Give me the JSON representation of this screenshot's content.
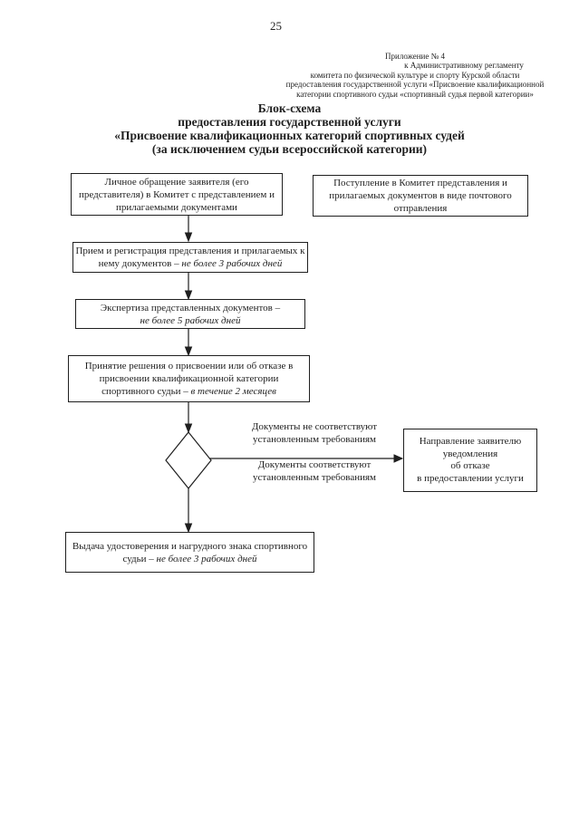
{
  "page_number": "25",
  "annex": {
    "lines": [
      "Приложение № 4",
      "к Административному регламенту",
      "комитета по физической культуре и спорту Курской области",
      "предоставления государственной услуги «Присвоение квалификационной",
      "категории спортивного судьи «спортивный судья первой категории»"
    ]
  },
  "title": {
    "lines": [
      "Блок-схема",
      "предоставления государственной услуги",
      "«Присвоение квалификационных категорий спортивных судей",
      "(за исключением судьи всероссийской категории)"
    ]
  },
  "flowchart": {
    "personal_application": "Личное обращение заявителя (его представителя) в Комитет с представлением и прилагаемыми документами",
    "mail_receipt": "Поступление в Комитет представления и прилагаемых документов в виде почтового отправления",
    "registration": {
      "text": "Прием и регистрация представления и прилагаемых к нему документов – ",
      "term": "не более 3 рабочих дней"
    },
    "expertise": {
      "text": "Экспертиза представленных документов –",
      "term": "не более 5 рабочих дней"
    },
    "decision": {
      "text": "Принятие решения о присвоении или об отказе в присвоении квалификационной категории спортивного судьи – ",
      "term": "в течение 2 месяцев"
    },
    "branch_not_conforming": "Документы не соответствуют установленным требованиям",
    "branch_conforming": "Документы соответствуют установленным требованиям",
    "refusal_lines": [
      "Направление заявителю",
      "уведомления",
      "об отказе",
      "в предоставлении услуги"
    ],
    "issue": {
      "text": "Выдача удостоверения и нагрудного знака спортивного судьи – ",
      "term": "не более 3 рабочих дней"
    }
  },
  "colors": {
    "ink": "#1f1f1f",
    "paper": "#ffffff"
  }
}
